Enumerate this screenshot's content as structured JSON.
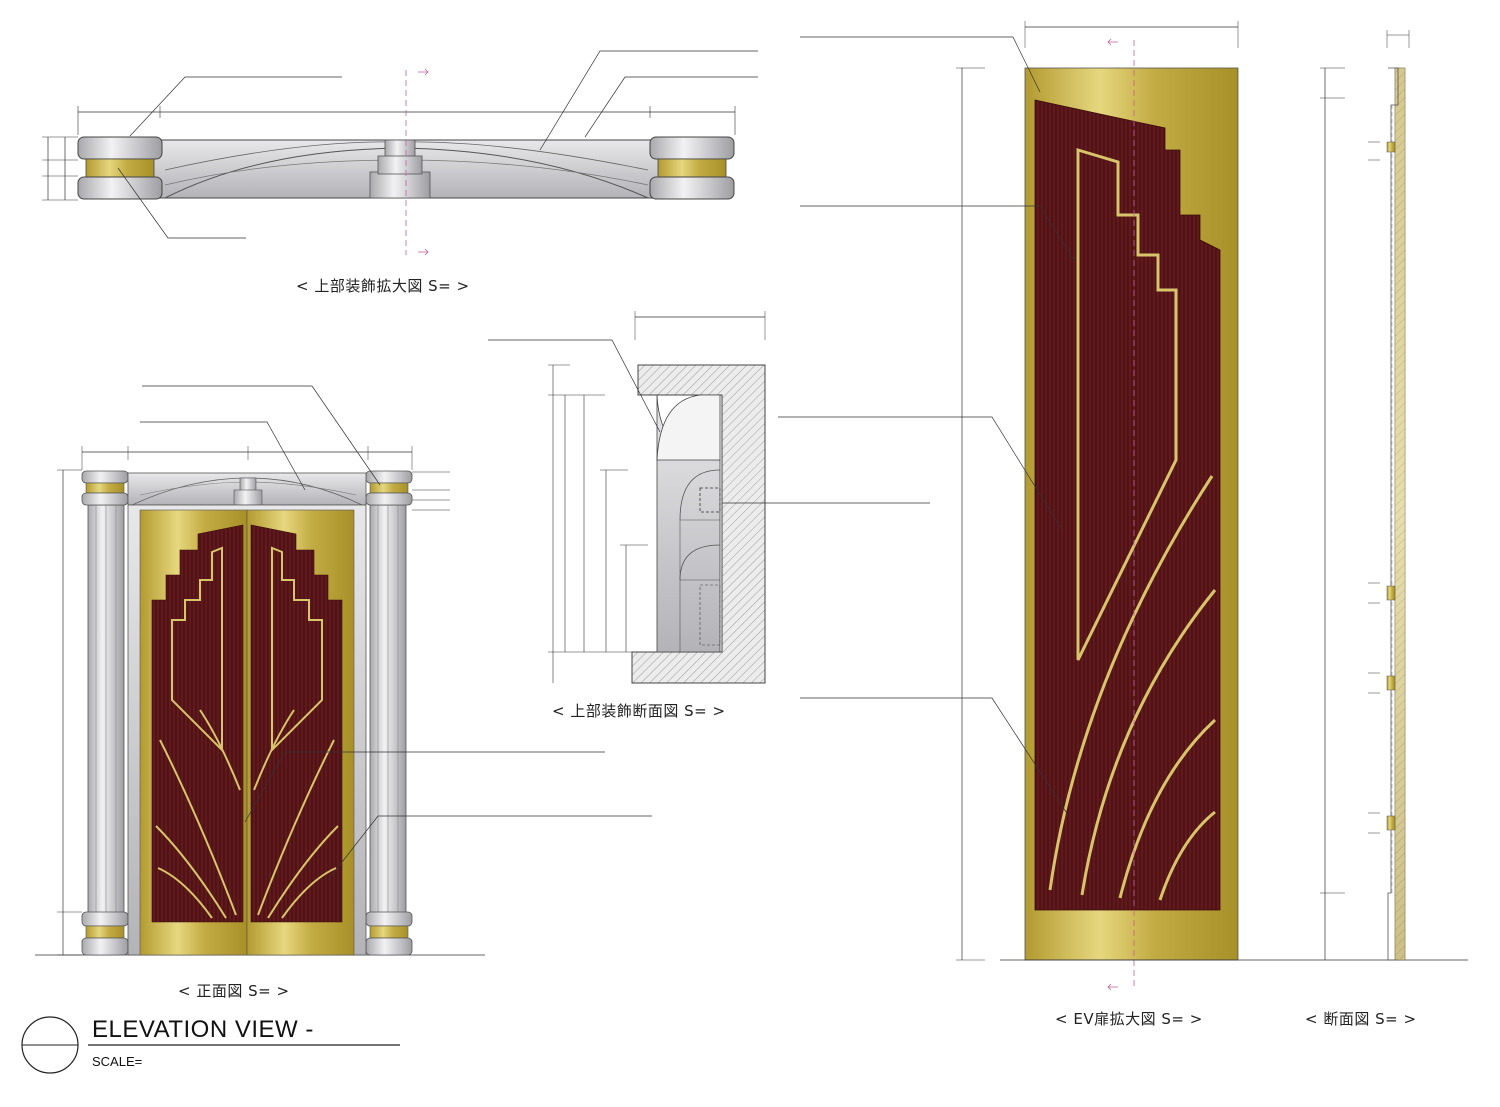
{
  "captions": {
    "top_detail": "< 上部装飾拡大図 S=        >",
    "front": "< 正面図 S=        >",
    "top_section": "< 上部装飾断面図 S=        >",
    "ev_door": "< EV扉拡大図 S=        >",
    "section": "< 断面図 S=        >"
  },
  "title_block": {
    "title": "ELEVATION VIEW -",
    "scale_label": "SCALE="
  },
  "colors": {
    "wood": "#5a1518",
    "brass": "#c9b24a",
    "silver": "#c8c8cc",
    "line": "#222222",
    "centerline": "#c060a0"
  }
}
